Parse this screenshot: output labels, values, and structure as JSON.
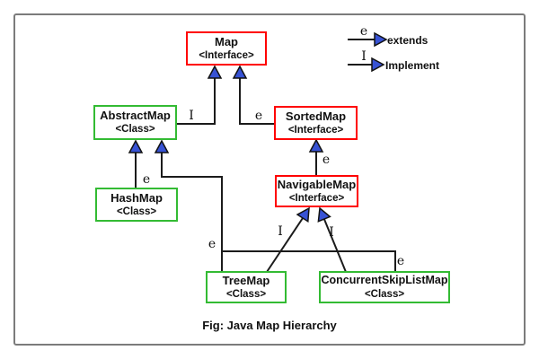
{
  "title": "Fig: Java Map Hierarchy",
  "colors": {
    "interface_border": "#ff0000",
    "class_border": "#33bb33",
    "arrowhead_fill": "#3752d4",
    "line": "#1b1b1b",
    "frame_border": "#7b7b7b",
    "background": "#ffffff"
  },
  "legend": {
    "items": [
      {
        "symbol": "e",
        "label": "extends"
      },
      {
        "symbol": "I",
        "label": "Implement"
      }
    ]
  },
  "nodes": [
    {
      "id": "map",
      "name": "Map",
      "stereotype": "<Interface>",
      "kind": "interface"
    },
    {
      "id": "abstractmap",
      "name": "AbstractMap",
      "stereotype": "<Class>",
      "kind": "class"
    },
    {
      "id": "sortedmap",
      "name": "SortedMap",
      "stereotype": "<Interface>",
      "kind": "interface"
    },
    {
      "id": "hashmap",
      "name": "HashMap",
      "stereotype": "<Class>",
      "kind": "class"
    },
    {
      "id": "navigablemap",
      "name": "NavigableMap",
      "stereotype": "<Interface>",
      "kind": "interface"
    },
    {
      "id": "treemap",
      "name": "TreeMap",
      "stereotype": "<Class>",
      "kind": "class"
    },
    {
      "id": "concurrentskiplistmap",
      "name": "ConcurrentSkipListMap",
      "stereotype": "<Class>",
      "kind": "class"
    }
  ],
  "edges": [
    {
      "from": "AbstractMap",
      "to": "Map",
      "relation": "implements",
      "label": "I"
    },
    {
      "from": "SortedMap",
      "to": "Map",
      "relation": "extends",
      "label": "e"
    },
    {
      "from": "NavigableMap",
      "to": "SortedMap",
      "relation": "extends",
      "label": "e"
    },
    {
      "from": "HashMap",
      "to": "AbstractMap",
      "relation": "extends",
      "label": "e"
    },
    {
      "from": "TreeMap",
      "to": "AbstractMap",
      "relation": "extends",
      "label": "e"
    },
    {
      "from": "ConcurrentSkipListMap",
      "to": "AbstractMap",
      "relation": "extends",
      "label": "e"
    },
    {
      "from": "TreeMap",
      "to": "NavigableMap",
      "relation": "implements",
      "label": "I"
    },
    {
      "from": "ConcurrentSkipListMap",
      "to": "NavigableMap",
      "relation": "implements",
      "label": "I"
    }
  ]
}
